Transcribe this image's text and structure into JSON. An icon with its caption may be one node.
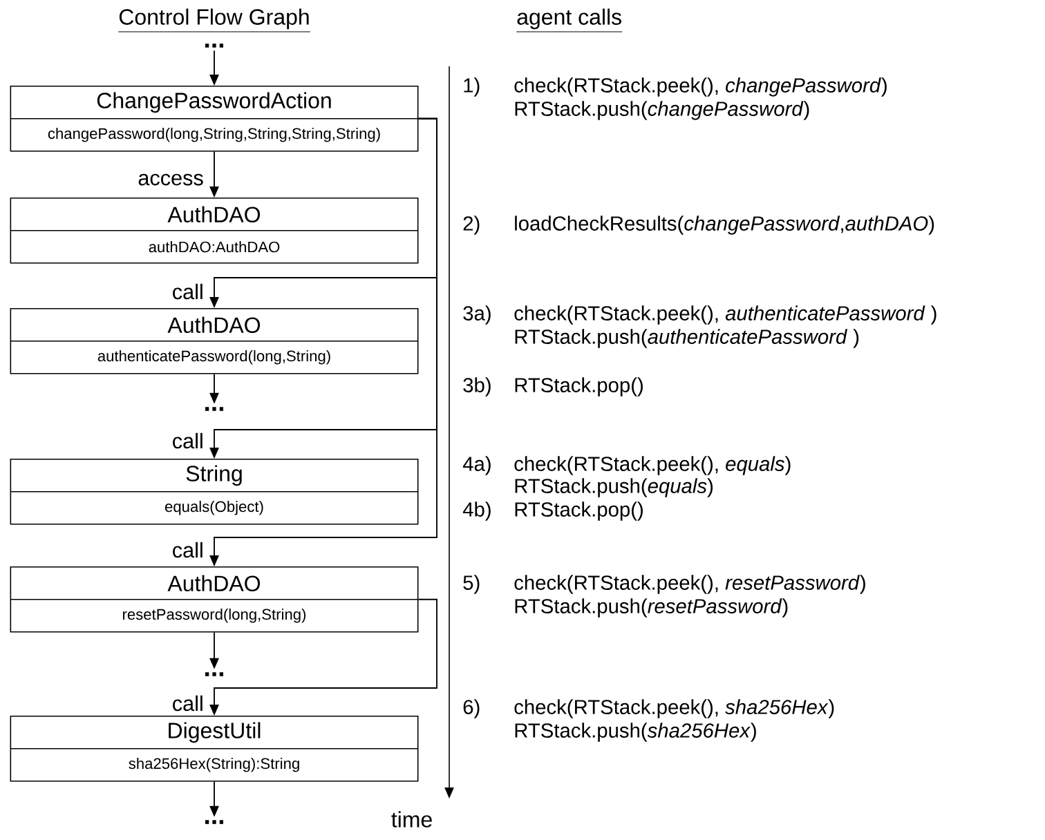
{
  "diagram": {
    "title": "Control Flow Graph",
    "nodes": [
      {
        "text": [
          "..."
        ]
      },
      {
        "text": [
          "ChangePasswordAction",
          "changePassword(long,String,String,String,String)"
        ]
      },
      {
        "text": [
          "AuthDAO",
          "authDAO:AuthDAO"
        ]
      },
      {
        "text": [
          "AuthDAO",
          "authenticatePassword(long,String)"
        ]
      },
      {
        "text": [
          "..."
        ]
      },
      {
        "text": [
          "String",
          "equals(Object)"
        ]
      },
      {
        "text": [
          "AuthDAO",
          "resetPassword(long,String)"
        ]
      },
      {
        "text": [
          "..."
        ]
      },
      {
        "text": [
          "DigestUtil",
          "sha256Hex(String):String"
        ]
      },
      {
        "text": [
          "..."
        ]
      }
    ],
    "edges": [
      {
        "from": 0,
        "to": 1,
        "arrow": "to"
      },
      {
        "from": 1,
        "to": 2,
        "arrow": "to",
        "label": "access"
      },
      {
        "from": 1,
        "to": 3,
        "arrow": "to",
        "label": "call"
      },
      {
        "from": 3,
        "to": 4,
        "arrow": "to"
      },
      {
        "from": 1,
        "to": 5,
        "arrow": "to",
        "label": "call"
      },
      {
        "from": 1,
        "to": 6,
        "arrow": "to",
        "label": "call"
      },
      {
        "from": 6,
        "to": 7,
        "arrow": "to"
      },
      {
        "from": 6,
        "to": 8,
        "arrow": "to",
        "label": "call"
      },
      {
        "from": 8,
        "to": 9,
        "arrow": "to"
      }
    ],
    "labels": [
      "agent calls",
      "1)",
      "check(RTStack.peek(), *changePassword*)",
      "RTStack.push(*changePassword*)",
      "2)",
      "loadCheckResults(*changePassword*,*authDAO*)",
      "3a)",
      "check(RTStack.peek(), *authenticatePassword* )",
      "RTStack.push(*authenticatePassword* )",
      "3b)",
      "RTStack.pop()",
      "4a)",
      "check(RTStack.peek(), *equals*)",
      "RTStack.push(*equals*)",
      "4b)",
      "RTStack.pop()",
      "5)",
      "check(RTStack.peek(), *resetPassword*)",
      "RTStack.push(*resetPassword*)",
      "6)",
      "check(RTStack.peek(), *sha256Hex*)",
      "RTStack.push(*sha256Hex*)",
      "time"
    ]
  }
}
